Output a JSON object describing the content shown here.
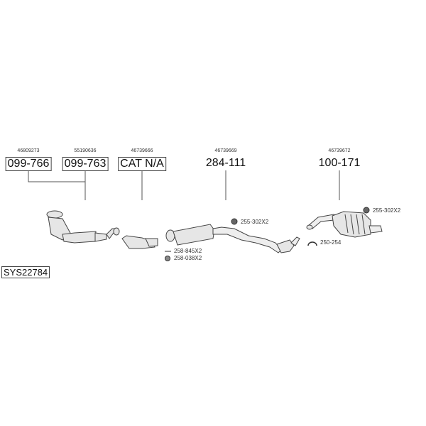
{
  "system_code": "SYS22784",
  "parts": [
    {
      "oe_number": "46809273",
      "part_number": "099-766",
      "boxed": true
    },
    {
      "oe_number": "55190636",
      "part_number": "099-763",
      "boxed": true
    },
    {
      "oe_number": "46739666",
      "part_number": "CAT N/A",
      "boxed": true
    },
    {
      "oe_number": "46739669",
      "part_number": "284-111",
      "boxed": false
    },
    {
      "oe_number": "46739672",
      "part_number": "100-171",
      "boxed": false
    }
  ],
  "accessories": [
    {
      "label": "258-845X2",
      "icon": "bolt-icon"
    },
    {
      "label": "258-038X2",
      "icon": "nut-icon"
    },
    {
      "label": "255-302X2",
      "icon": "rubber-hanger-icon"
    },
    {
      "label": "250-254",
      "icon": "clamp-icon"
    },
    {
      "label": "255-302X2",
      "icon": "rubber-hanger-icon"
    }
  ]
}
